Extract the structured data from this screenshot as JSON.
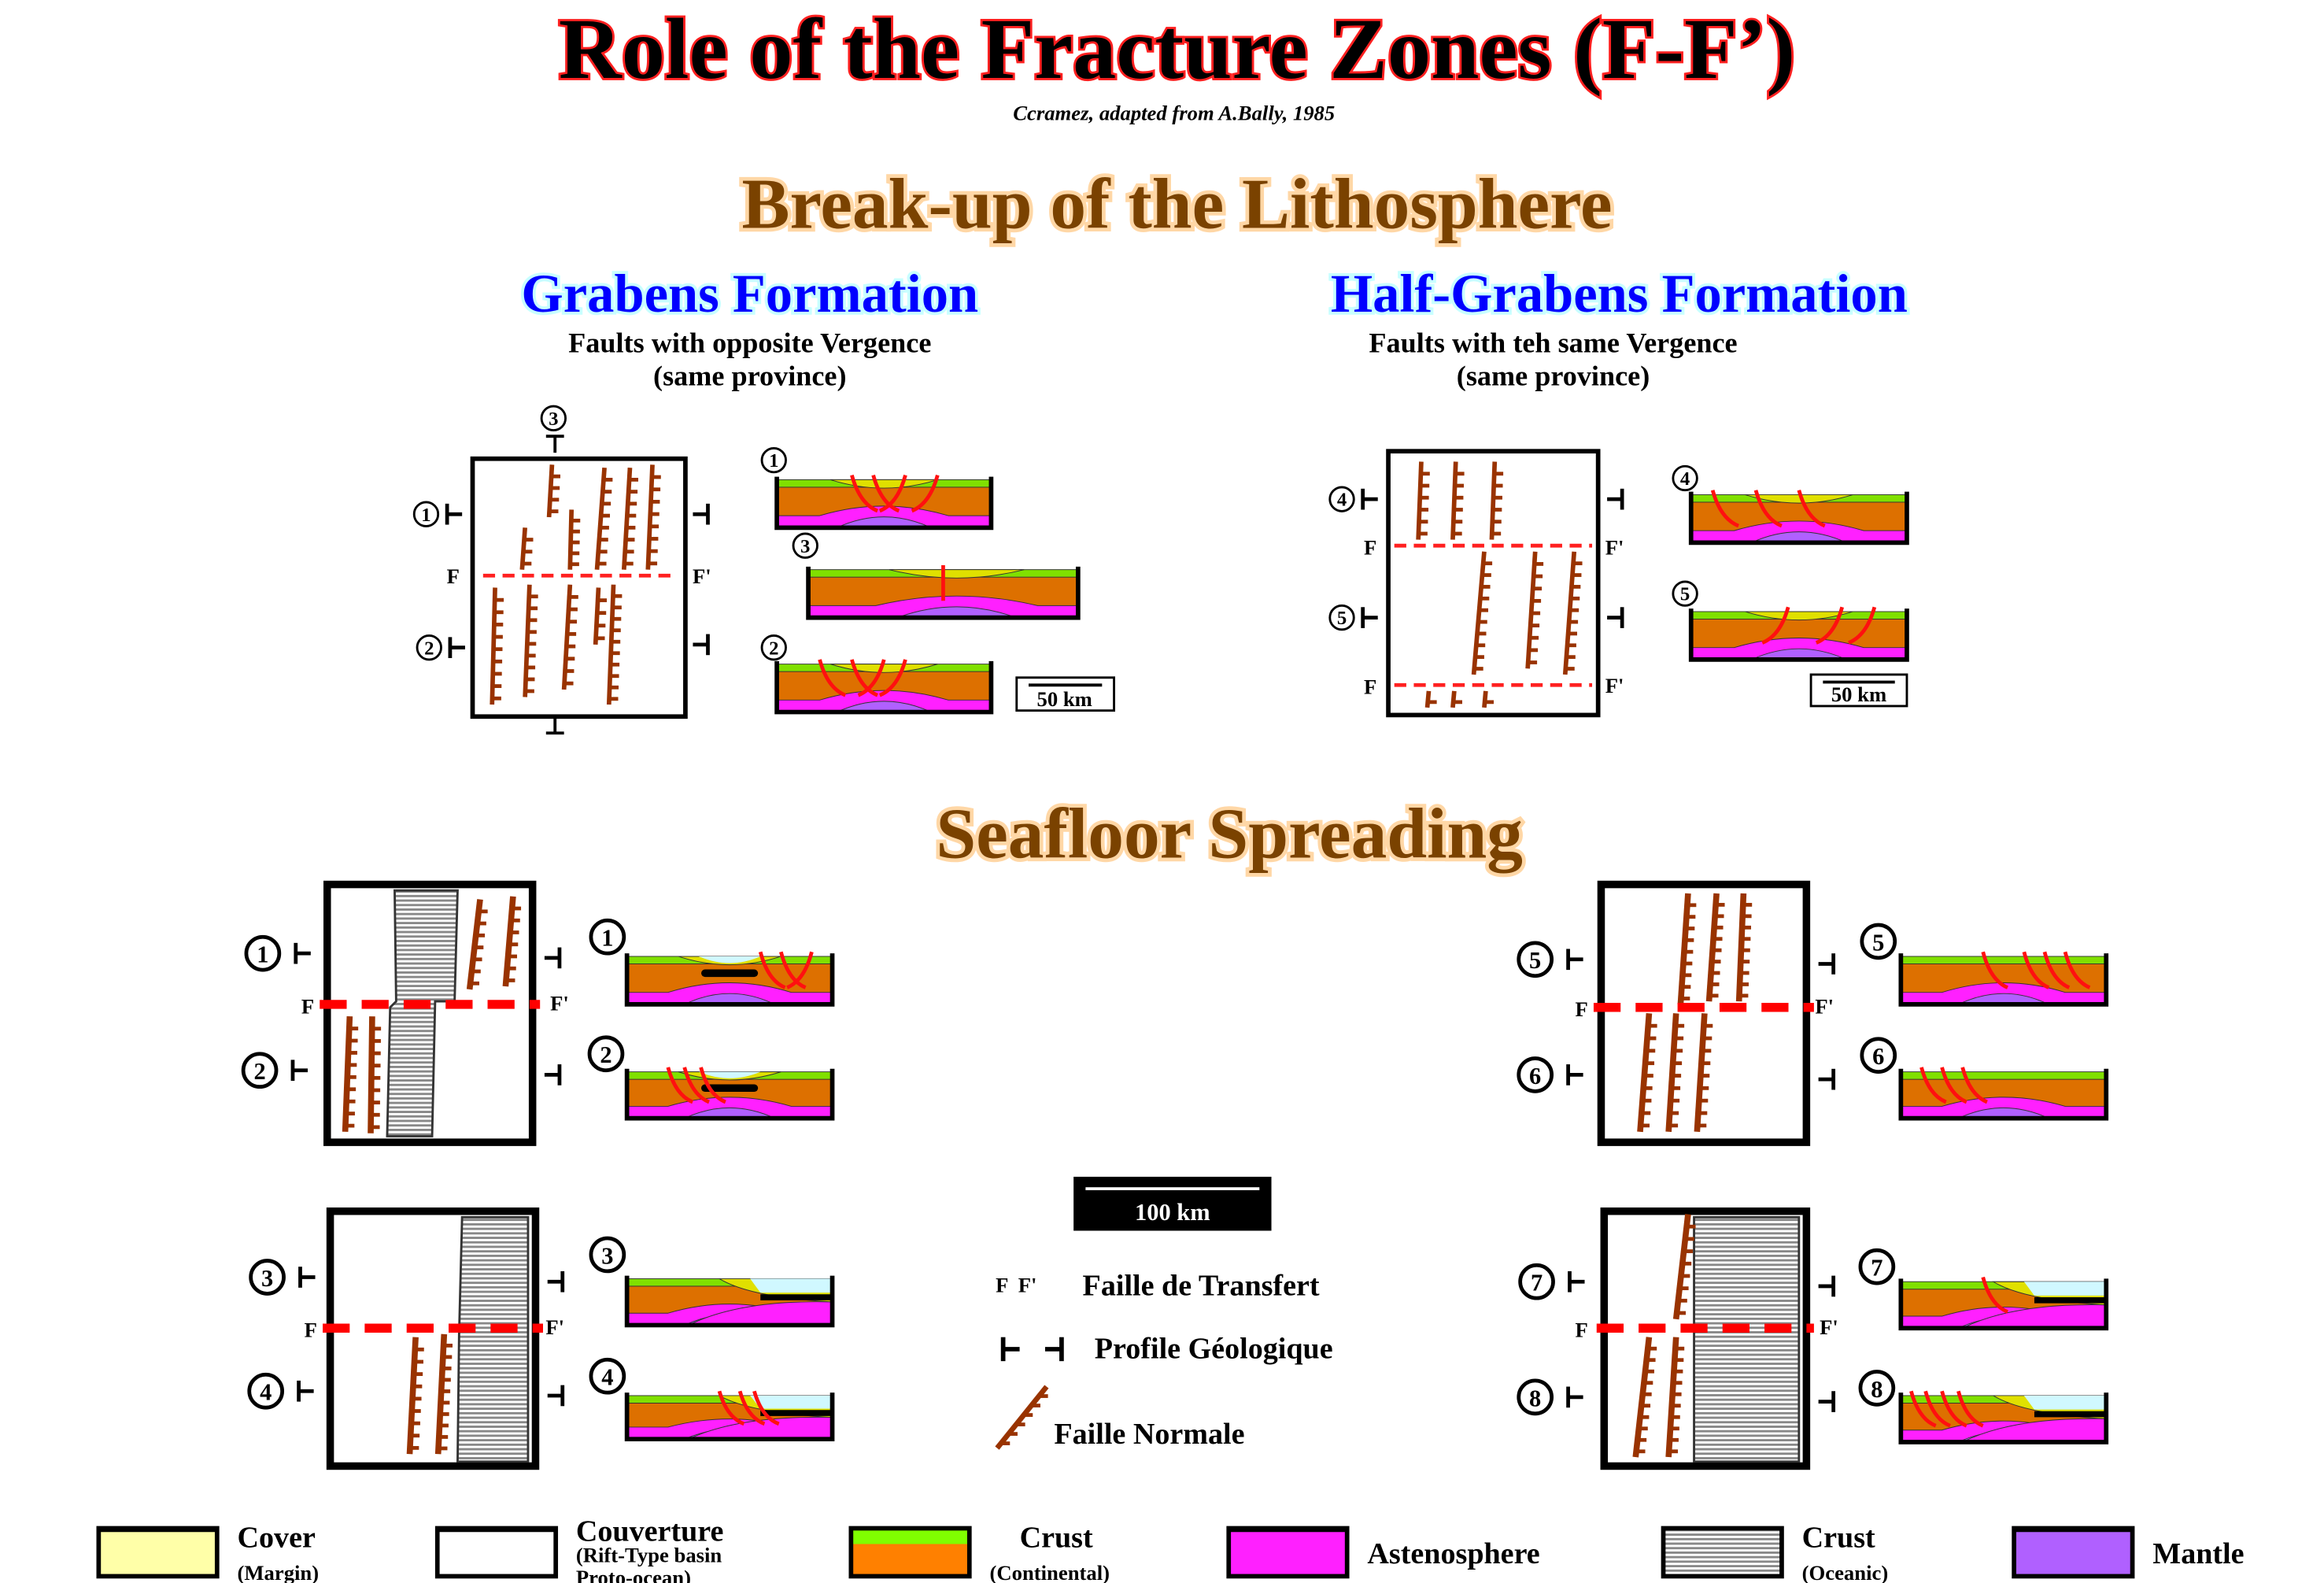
{
  "header": {
    "title": "Role of  the Fracture Zones (F-F’)",
    "credit": "Ccramez, adapted from A.Bally, 1985"
  },
  "section_breakup": {
    "title": "Break-up of the Lithosphere",
    "grabens": {
      "title": "Grabens Formation",
      "line1": "Faults with opposite Vergence",
      "line2": "(same province)",
      "profiles": [
        "1",
        "2",
        "3"
      ],
      "scale": "50 km"
    },
    "half_grabens": {
      "title": "Half-Grabens Formation",
      "line1": "Faults with teh same Vergence",
      "line2": "(same province)",
      "profiles": [
        "4",
        "5"
      ],
      "scale": "50 km"
    }
  },
  "section_seafloor": {
    "title": "Seafloor Spreading",
    "profiles": [
      "1",
      "2",
      "3",
      "4",
      "5",
      "6",
      "7",
      "8"
    ],
    "scale": "100 km"
  },
  "labels": {
    "f": "F",
    "f_prime": "F'"
  },
  "key": {
    "transfer_symbol": "F  F'",
    "transfer": "Faille de Transfert",
    "profile": "Profile Géologique",
    "normal_fault": "Faille Normale"
  },
  "legend": [
    {
      "label": "Cover",
      "sub": "(Margin)",
      "color": "#ffffa8"
    },
    {
      "label": "Couverture",
      "sub": "(Rift-Type basin",
      "sub2": "Proto-ocean)",
      "color": "#ffffff"
    },
    {
      "label": "Crust",
      "sub": "(Continental)",
      "color": "#ff8000",
      "color2": "#80ff00"
    },
    {
      "label": "Astenosphere",
      "color": "#ff20ff"
    },
    {
      "label": "Crust",
      "sub": "(Oceanic)",
      "color": "#ffffff"
    },
    {
      "label": "Mantle",
      "color": "#b060ff"
    }
  ],
  "colors": {
    "fault": "#993300",
    "fracture": "#ff0000",
    "crust_top": "#80e000",
    "crust": "#dd7000",
    "asthenosphere": "#ff20ff",
    "mantle": "#b060ff",
    "cover": "#e0e000",
    "water": "#d0f8ff"
  }
}
